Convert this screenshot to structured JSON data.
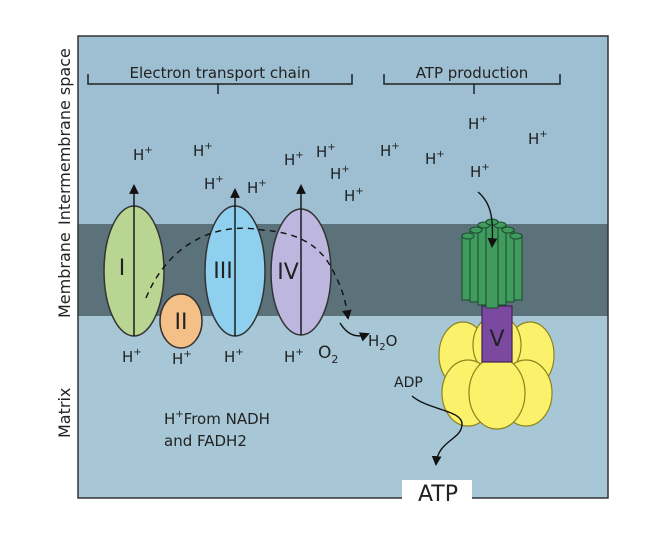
{
  "side_labels": {
    "intermembrane": "Intermembrane space",
    "membrane": "Membrane",
    "matrix": "Matrix"
  },
  "headers": {
    "etc": "Electron transport chain",
    "atp_production": "ATP production"
  },
  "complexes": {
    "c1": "I",
    "c2": "II",
    "c3": "III",
    "c4": "IV",
    "c5": "V"
  },
  "proton": "H",
  "proton_charge": "+",
  "oxygen": {
    "symbol": "O",
    "subscript": "2"
  },
  "water": {
    "h": "H",
    "subscript": "2",
    "o": "O"
  },
  "adp": "ADP",
  "atp": "ATP",
  "source_note": {
    "line1": "From NADH",
    "line2": "and FADH2"
  },
  "colors": {
    "space": "#9dbfd1",
    "membrane": "#5b727b",
    "complex_I": "#b9d592",
    "complex_II": "#f5c088",
    "complex_III": "#8fd0ee",
    "complex_IV": "#bdb6de",
    "atp_synthase_top": "#3f9c5e",
    "atp_synthase_stalk": "#7b4aa0",
    "atp_synthase_base": "#fbf16a"
  }
}
